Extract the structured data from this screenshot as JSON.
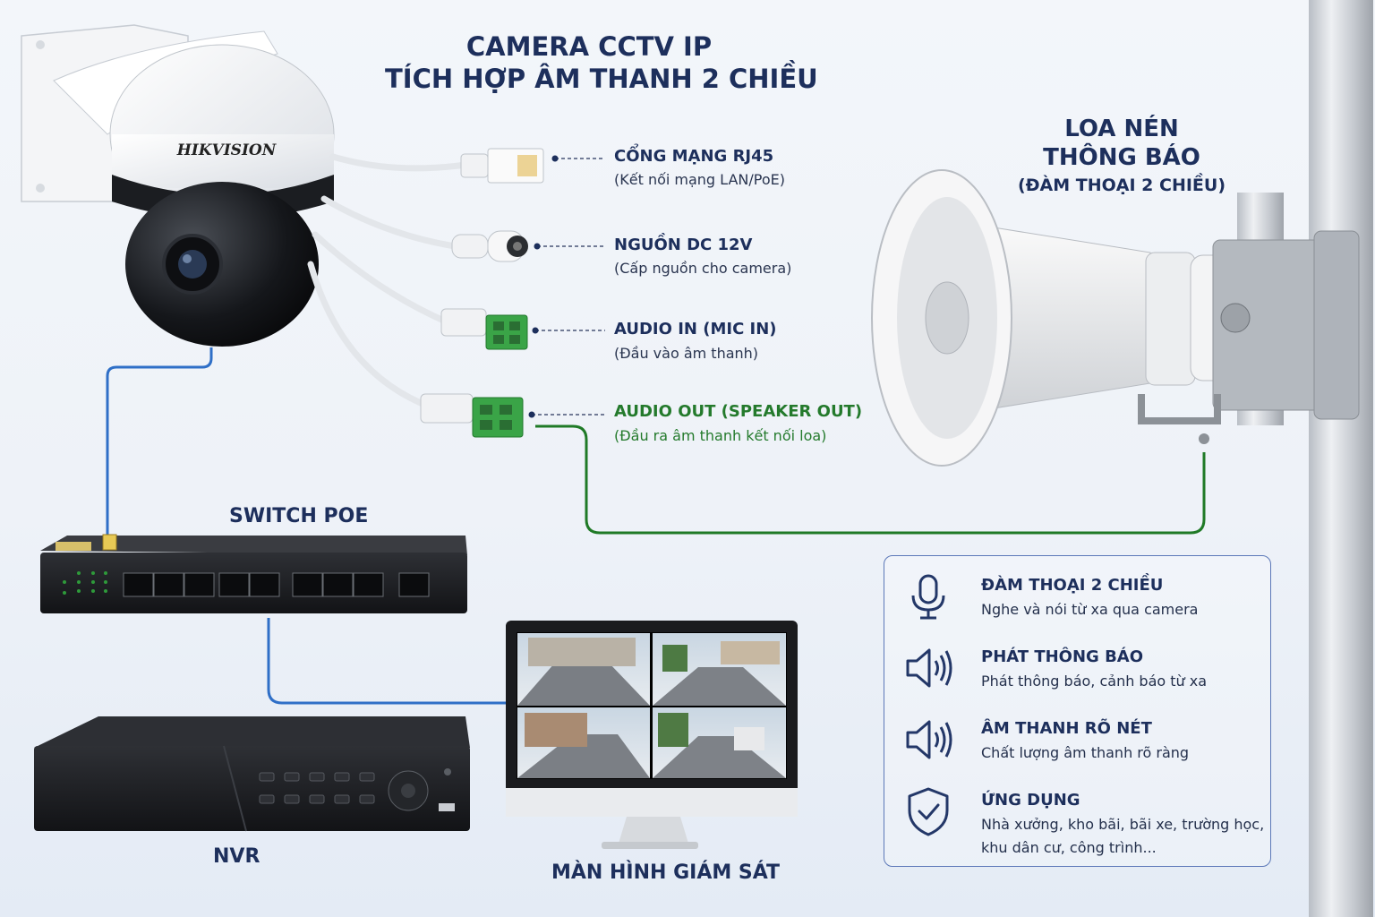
{
  "title": {
    "line1": "CAMERA CCTV IP",
    "line2": "TÍCH HỢP ÂM THANH 2 CHIỀU"
  },
  "camera": {
    "brand": "HIKVISION"
  },
  "ports": [
    {
      "title": "CỔNG MẠNG RJ45",
      "desc": "(Kết nối mạng LAN/PoE)"
    },
    {
      "title": "NGUỒN DC 12V",
      "desc": "(Cấp nguồn cho camera)"
    },
    {
      "title": "AUDIO IN (MIC IN)",
      "desc": "(Đầu vào âm thanh)"
    },
    {
      "title": "AUDIO OUT (SPEAKER OUT)",
      "desc": "(Đầu ra âm thanh kết nối loa)"
    }
  ],
  "speaker": {
    "line1": "LOA NÉN",
    "line2": "THÔNG BÁO",
    "line3": "(ĐÀM THOẠI 2 CHIỀU)"
  },
  "devices": {
    "switch": "SWITCH POE",
    "nvr": "NVR",
    "monitor": "MÀN HÌNH GIÁM SÁT"
  },
  "features": [
    {
      "icon": "microphone-icon",
      "title": "ĐÀM THOẠI 2 CHIỀU",
      "desc": [
        "Nghe và nói từ xa qua camera"
      ]
    },
    {
      "icon": "speaker-icon",
      "title": "PHÁT THÔNG BÁO",
      "desc": [
        "Phát thông báo, cảnh báo từ xa"
      ]
    },
    {
      "icon": "speaker-icon",
      "title": "ÂM THANH RÕ NÉT",
      "desc": [
        "Chất lượng âm thanh rõ ràng"
      ]
    },
    {
      "icon": "shield-check-icon",
      "title": "ỨNG DỤNG",
      "desc": [
        "Nhà xưởng, kho bãi, bãi xe, trường học,",
        "khu dân cư, công trình..."
      ]
    }
  ],
  "colors": {
    "text": "#1d2f5c",
    "audio_out": "#247a2c",
    "network_cable": "#2f6fc7",
    "speaker_cable": "#1f7a26",
    "terminal_green": "#3aa447"
  }
}
